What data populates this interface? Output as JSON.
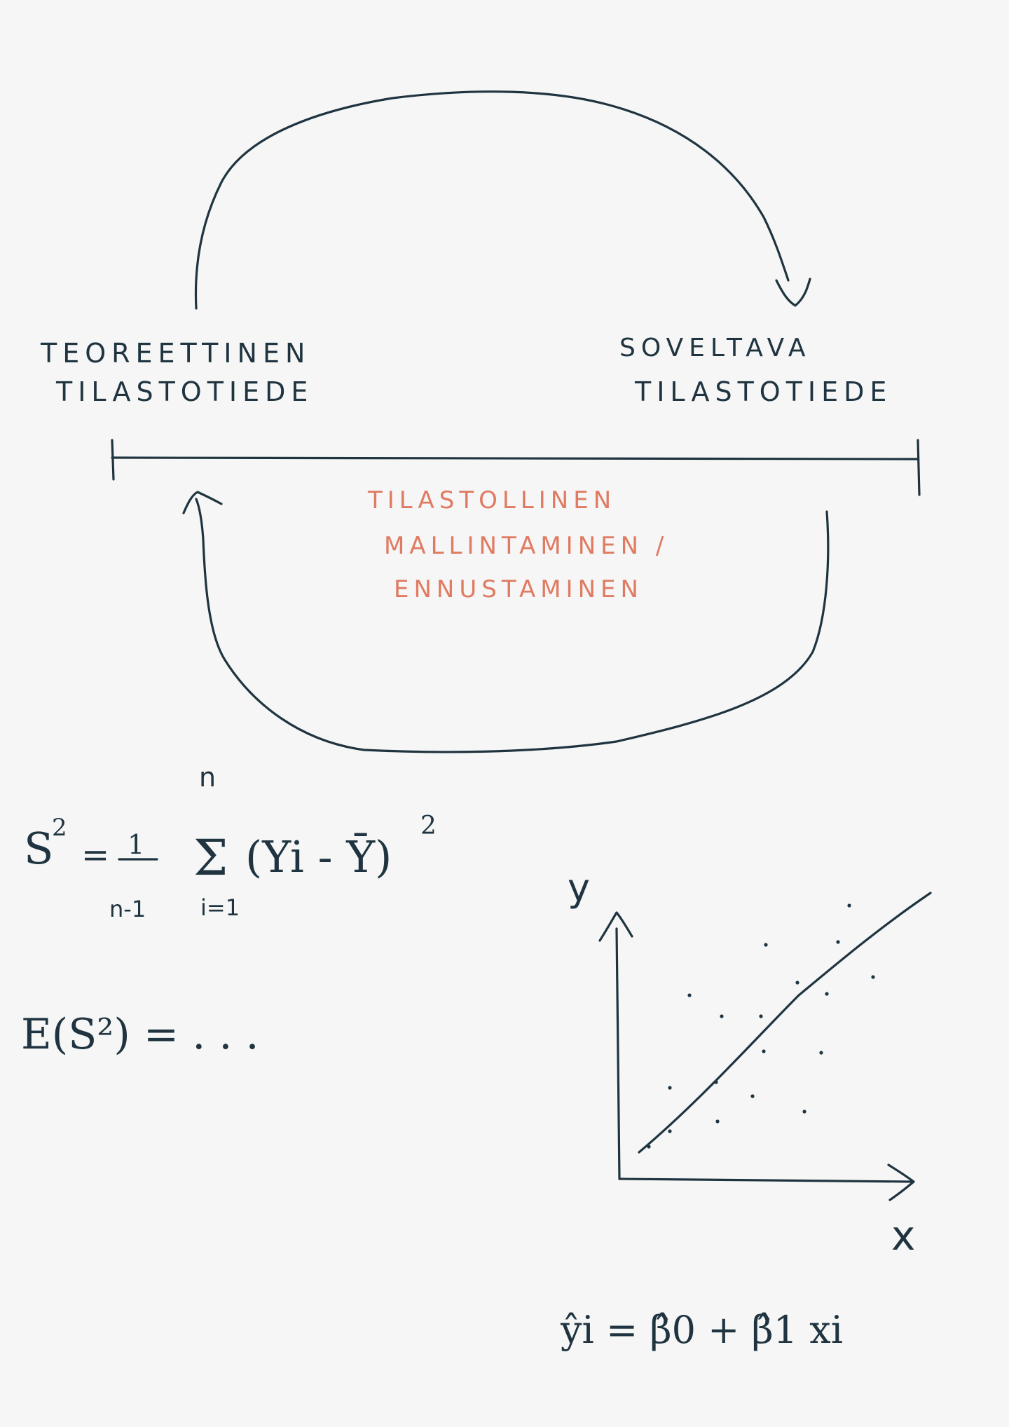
{
  "labels": {
    "left_line1": "TEOREETTINEN",
    "left_line2": "TILASTOTIEDE",
    "right_line1": "SOVELTAVA",
    "right_line2": "TILASTOTIEDE",
    "middle_line1": "TILASTOLLINEN",
    "middle_line2": "MALLINTAMINEN /",
    "middle_line3": "ENNUSTAMINEN"
  },
  "formulas": {
    "variance_lhs": "S",
    "variance_sq": "2",
    "variance_eq": "=",
    "variance_num": "1",
    "variance_den": "n-1",
    "sum_upper": "n",
    "sum_lower": "i=1",
    "sum_symbol": "Σ",
    "sum_body": "(Yi - Ȳ)",
    "sum_sq": "2",
    "expectation": "E(S²) = . . .",
    "regression": "ŷi = β̂0 + β̂1 xi"
  },
  "plot": {
    "y_label": "y",
    "x_label": "x"
  },
  "colors": {
    "ink": "#1f3440",
    "accent": "#e07a62",
    "paper": "#f5f6f5"
  }
}
